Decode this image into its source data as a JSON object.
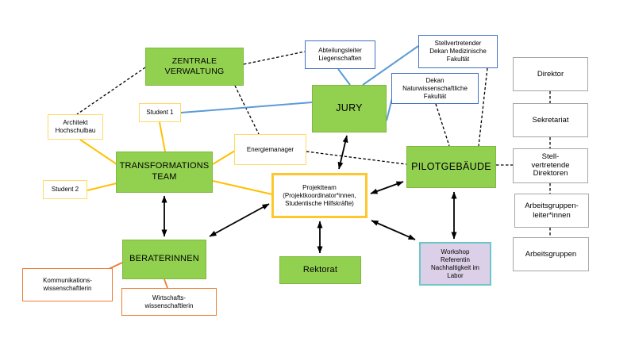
{
  "diagram": {
    "title": "Projekt-Organigramm (Netzwerkdiagramm)",
    "nodes": {
      "zentrale_verwaltung": "ZENTRALE\nVERWALTUNG",
      "architekt": "Architekt\nHochschulbau",
      "student1": "Student 1",
      "student2": "Student 2",
      "transformations_team": "TRANSFORMATIONS\nTEAM",
      "energiemanager": "Energiemanager",
      "projektteam": "Projektteam\n(Projektkoordinator*innen,\nStudentische Hilfskräfte)",
      "jury": "JURY",
      "abteilungsleiter": "Abteilungsleiter\nLiegenschaften",
      "stellv_dekan_med": "Stellvertretender\nDekan Medizinische\nFakultät",
      "dekan_nat": "Dekan\nNaturwissenschaftliche\nFakultät",
      "pilotgebaeude": "PILOTGEBÄUDE",
      "beraterinnen": "BERATERINNEN",
      "kommunikation": "Kommunikations-\nwissenschaftlerin",
      "wirtschaft": "Wirtschafts-\nwissenschaftlerin",
      "rektorat": "Rektorat",
      "workshop": "Workshop\nReferentin\nNachhaltigkeit im\nLabor",
      "direktor": "Direktor",
      "sekretariat": "Sekretariat",
      "stellv_direktoren": "Stell-\nvertretende\nDirektoren",
      "arbeitsgruppenleiter": "Arbeitsgruppen-\nleiter*innen",
      "arbeitsgruppen": "Arbeitsgruppen"
    },
    "colors": {
      "node_green": "#92D050",
      "border_yellow_light": "#FFD966",
      "border_yellow_thick": "#FFC72C",
      "line_yellow": "#FFC000",
      "border_blue": "#4472C4",
      "line_blue": "#5B9BD5",
      "border_orange": "#ED7D31",
      "border_gray": "#A6A6A6",
      "workshop_fill": "#DCD0E8",
      "workshop_border": "#6EC5CB",
      "line_black": "#000000"
    }
  }
}
